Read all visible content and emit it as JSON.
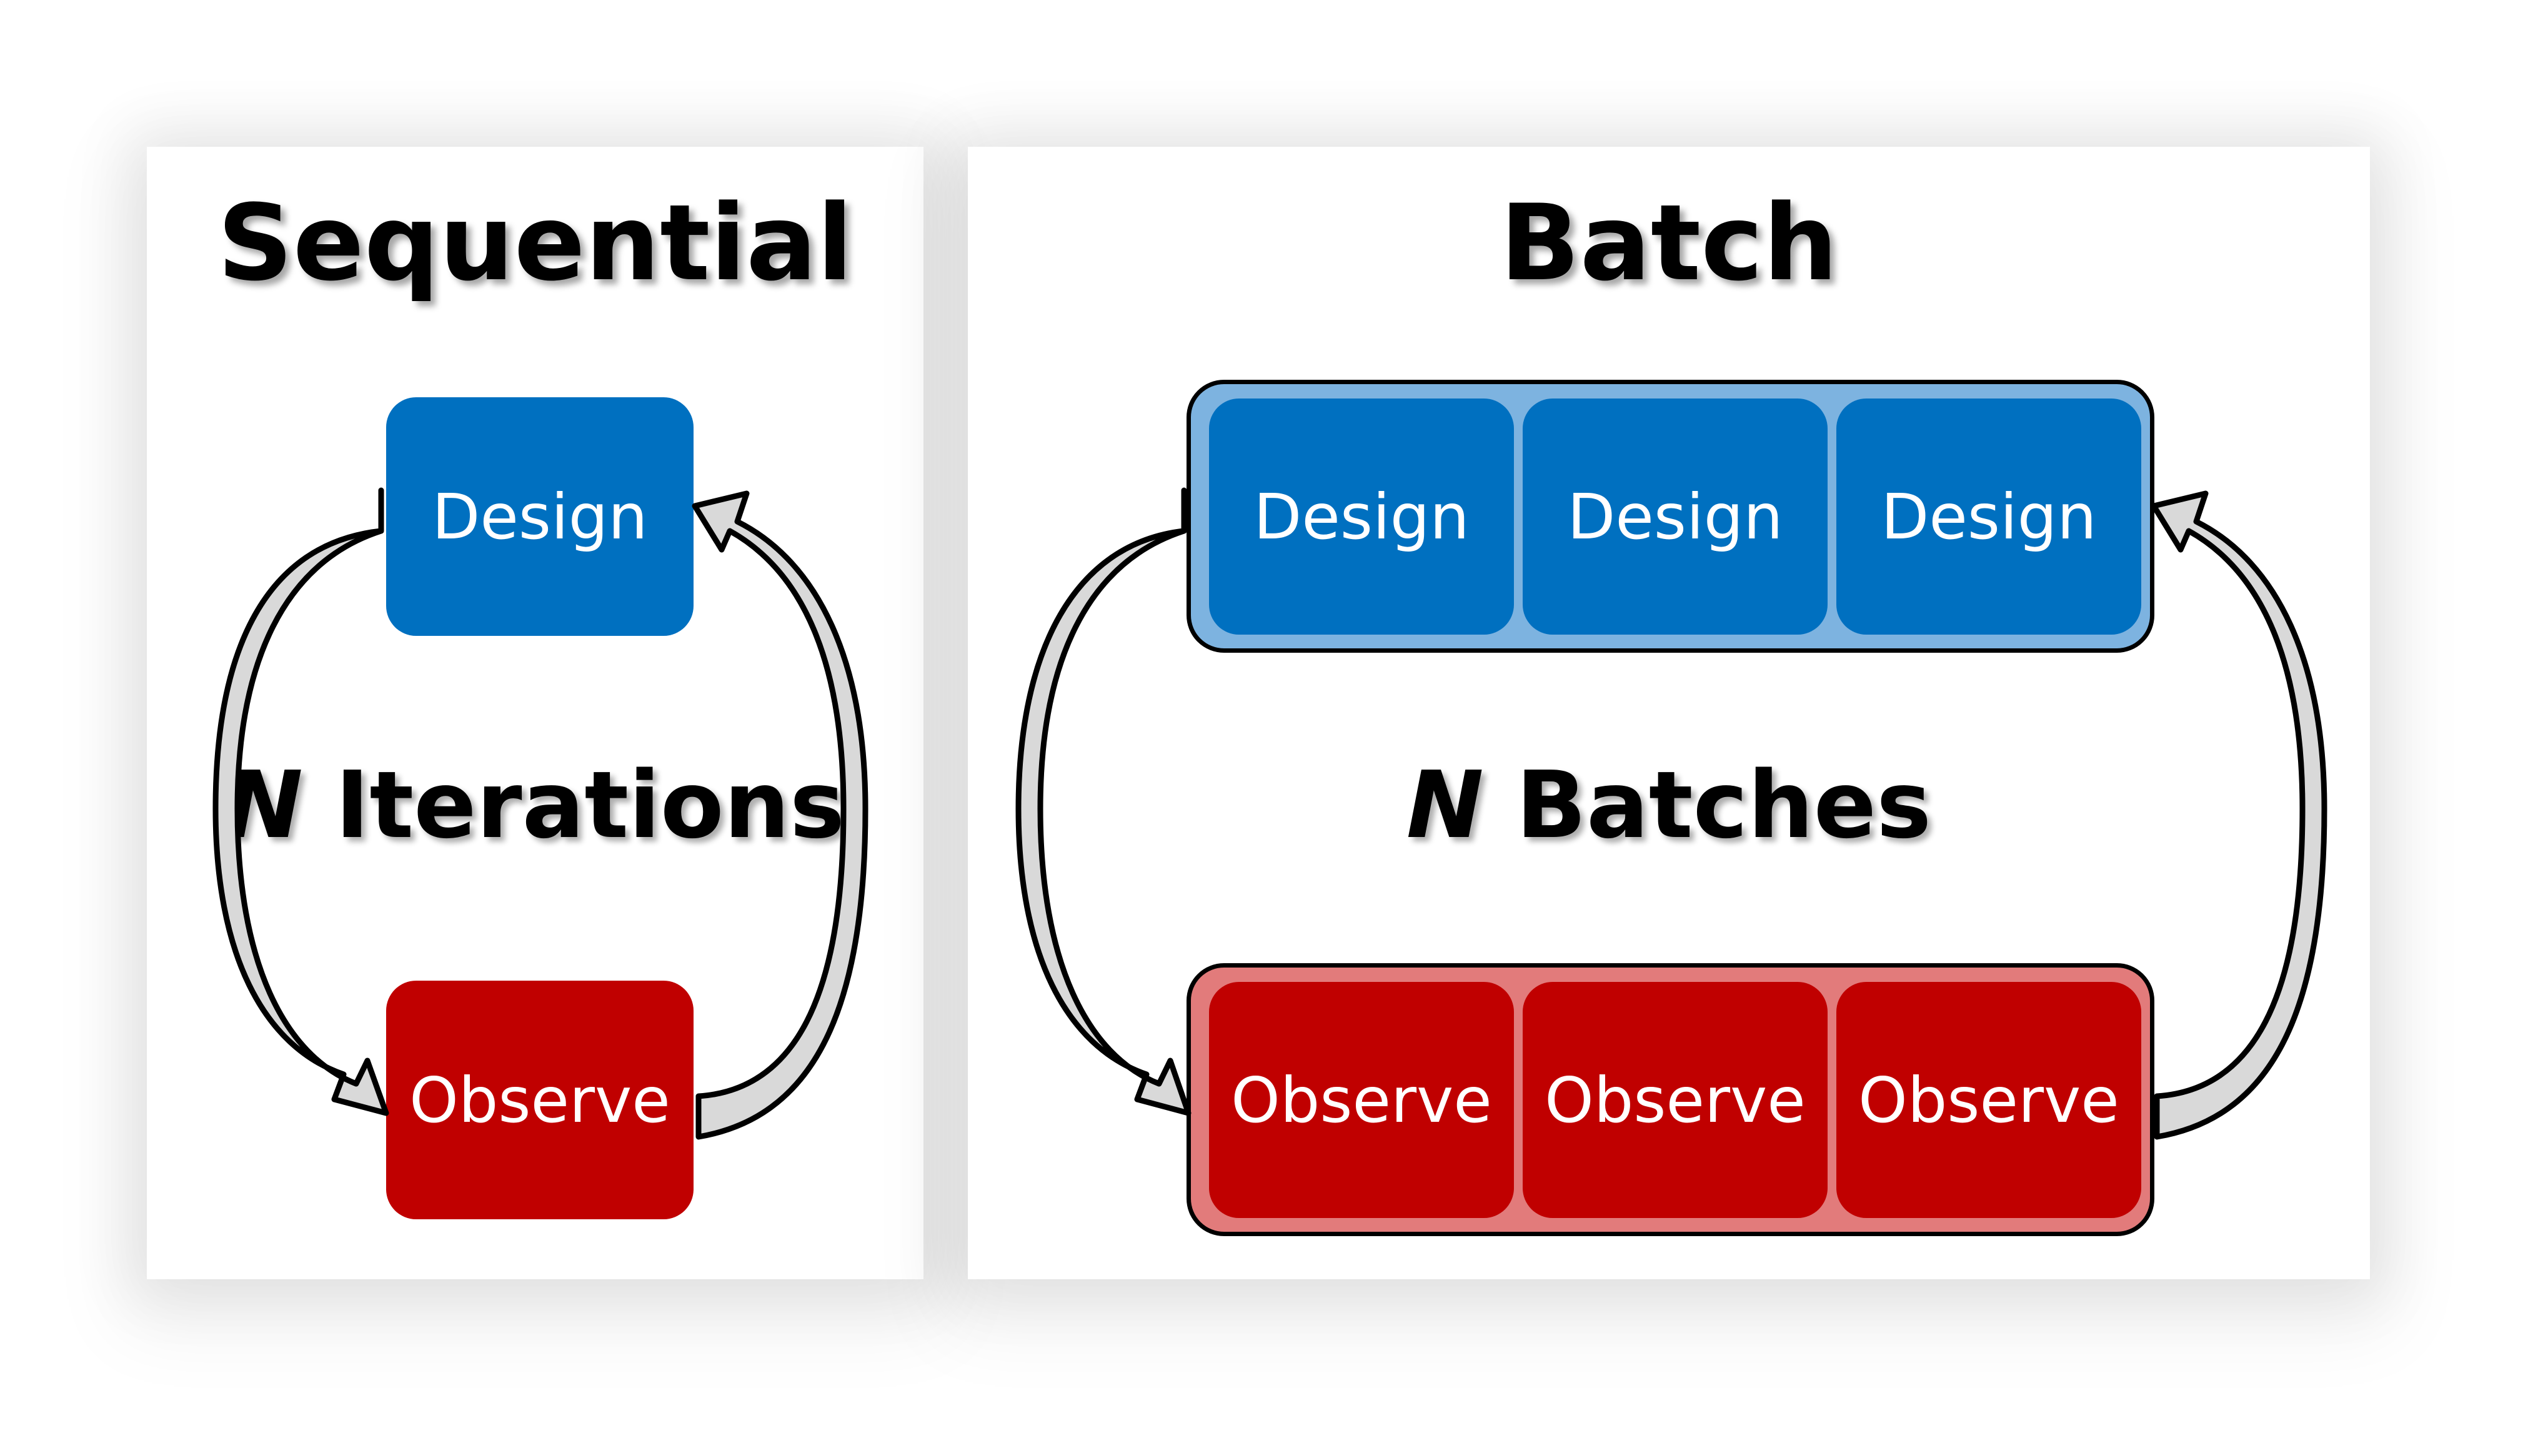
{
  "sequential": {
    "title": "Sequential",
    "design_label": "Design",
    "observe_label": "Observe",
    "loop_n": "N",
    "loop_text": " Iterations"
  },
  "batch": {
    "title": "Batch",
    "design_labels": [
      "Design",
      "Design",
      "Design"
    ],
    "observe_labels": [
      "Observe",
      "Observe",
      "Observe"
    ],
    "loop_n": "N",
    "loop_text": " Batches"
  },
  "colors": {
    "design": "#0070c0",
    "design_group": "#7db3e0",
    "observe": "#c00000",
    "observe_group": "#e27b7b",
    "arrow_fill": "#d9d9d9",
    "arrow_stroke": "#000000"
  }
}
